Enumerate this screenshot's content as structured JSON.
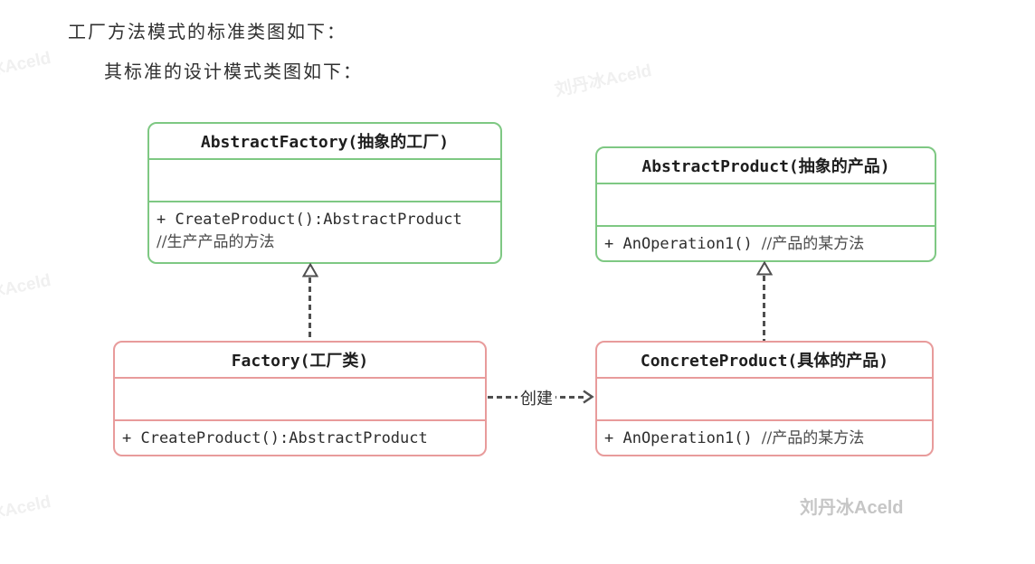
{
  "headings": [
    {
      "text": "工厂方法模式的标准类图如下："
    },
    {
      "text": "其标准的设计模式类图如下："
    }
  ],
  "diagram": {
    "classes": [
      {
        "name": "AbstractFactory",
        "title": "AbstractFactory(抽象的工厂)",
        "kind": "abstract",
        "border_color": "#7ec883",
        "method_code": "+ CreateProduct():AbstractProduct",
        "method_comment": "//生产产品的方法"
      },
      {
        "name": "AbstractProduct",
        "title": "AbstractProduct(抽象的产品)",
        "kind": "abstract",
        "border_color": "#7ec883",
        "method_code": "+ AnOperation1()",
        "method_comment": "//产品的某方法"
      },
      {
        "name": "Factory",
        "title": "Factory(工厂类)",
        "kind": "concrete",
        "border_color": "#e89b9b",
        "method_code": "+ CreateProduct():AbstractProduct"
      },
      {
        "name": "ConcreteProduct",
        "title": "ConcreteProduct(具体的产品)",
        "kind": "concrete",
        "border_color": "#e89b9b",
        "method_code": "+ AnOperation1()",
        "method_comment": "//产品的某方法"
      }
    ],
    "relations": [
      {
        "type": "realization",
        "from": "Factory",
        "to": "AbstractFactory",
        "style": "dashed",
        "arrowhead": "hollow-triangle"
      },
      {
        "type": "realization",
        "from": "ConcreteProduct",
        "to": "AbstractProduct",
        "style": "dashed",
        "arrowhead": "hollow-triangle"
      },
      {
        "type": "dependency",
        "from": "Factory",
        "to": "ConcreteProduct",
        "style": "dashed",
        "arrowhead": "open",
        "label": "创建"
      }
    ]
  },
  "colors": {
    "abstract_class_border": "#7ec883",
    "concrete_class_border": "#e89b9b",
    "arrow": "#4f4f4f",
    "heading_text": "#2f2f2f",
    "watermark_faint": "#f0f0f0",
    "watermark_signature": "#c6c6c6"
  },
  "watermark": {
    "text": "刘丹冰Aceld"
  },
  "signature": {
    "text": "刘丹冰Aceld"
  }
}
